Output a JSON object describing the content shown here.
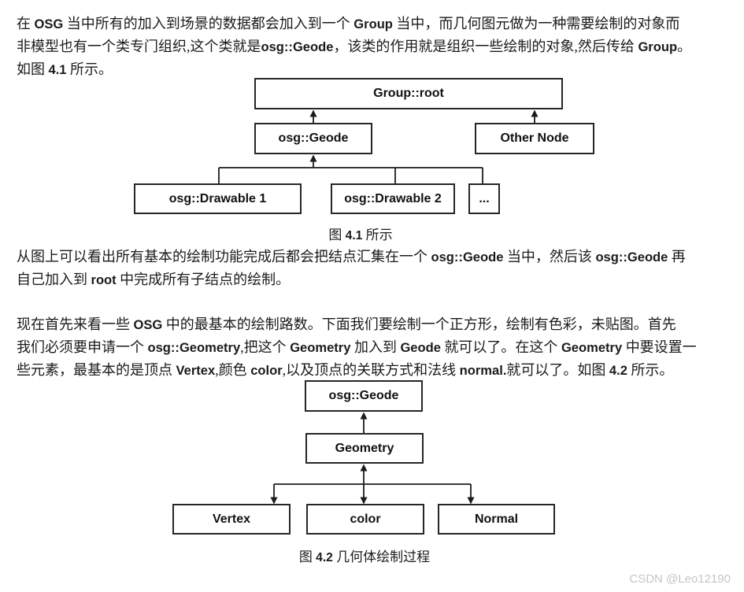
{
  "paragraphs": {
    "p1": {
      "lines": [
        "在 OSG 当中所有的加入到场景的数据都会加入到一个 Group 当中，而几何图元做为一种需要绘制的对象而",
        "非模型也有一个类专门组织,这个类就是osg::Geode，该类的作用就是组织一些绘制的对象,然后传给 Group。",
        "如图 4.1 所示。"
      ]
    },
    "p2": {
      "lines": [
        "从图上可以看出所有基本的绘制功能完成后都会把结点汇集在一个 osg::Geode 当中，然后该 osg::Geode 再",
        "自己加入到 root 中完成所有子结点的绘制。"
      ]
    },
    "p3": {
      "lines": [
        "现在首先来看一些 OSG 中的最基本的绘制路数。下面我们要绘制一个正方形，绘制有色彩，未贴图。首先",
        "我们必须要申请一个 osg::Geometry,把这个 Geometry 加入到 Geode 就可以了。在这个 Geometry 中要设置一",
        "些元素，最基本的是顶点 Vertex,颜色 color,以及顶点的关联方式和法线 normal.就可以了。如图 4.2 所示。"
      ]
    }
  },
  "figure1": {
    "caption": "图 4.1 所示",
    "nodes": {
      "root": "Group::root",
      "geode": "osg::Geode",
      "other": "Other Node",
      "drawable1": "osg::Drawable 1",
      "drawable2": "osg::Drawable 2",
      "dots": "..."
    }
  },
  "figure2": {
    "caption": "图  4.2 几何体绘制过程",
    "nodes": {
      "geode": "osg::Geode",
      "geometry": "Geometry",
      "vertex": "Vertex",
      "color": "color",
      "normal": "Normal"
    }
  },
  "watermark": {
    "text": "CSDN @Leo12190"
  },
  "colors": {
    "text": "#1b1b1b",
    "line": "#1c1c1c",
    "watermark": "#c8c4c4",
    "background": "#ffffff"
  }
}
